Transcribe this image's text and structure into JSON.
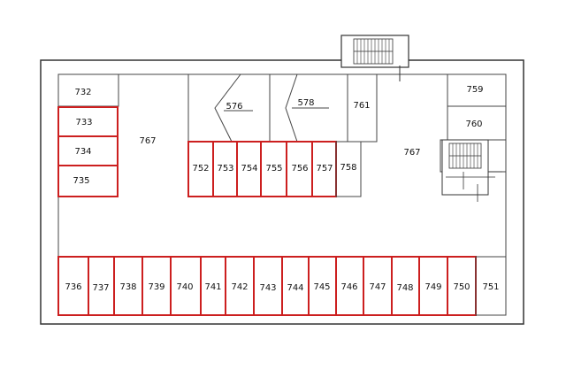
{
  "colors": {
    "wall": "#333333",
    "highlight": "#cc1f1f",
    "background": "#ffffff"
  },
  "icons": [
    "stair-icon"
  ],
  "rooms": {
    "r732": "732",
    "r733": "733",
    "r734": "734",
    "r735": "735",
    "r767_left": "767",
    "r576": "576",
    "r578": "578",
    "r761": "761",
    "r752": "752",
    "r753": "753",
    "r754": "754",
    "r755": "755",
    "r756": "756",
    "r757": "757",
    "r758": "758",
    "r767_right": "767",
    "r759": "759",
    "r760": "760",
    "r736": "736",
    "r737": "737",
    "r738": "738",
    "r739": "739",
    "r740": "740",
    "r741": "741",
    "r742": "742",
    "r743": "743",
    "r744": "744",
    "r745": "745",
    "r746": "746",
    "r747": "747",
    "r748": "748",
    "r749": "749",
    "r750": "750",
    "r751": "751"
  },
  "highlighted": [
    "733",
    "734",
    "735",
    "752",
    "753",
    "754",
    "755",
    "756",
    "757",
    "736",
    "737",
    "738",
    "739",
    "740",
    "741",
    "742",
    "743",
    "744",
    "745",
    "746",
    "747",
    "748",
    "749",
    "750"
  ]
}
